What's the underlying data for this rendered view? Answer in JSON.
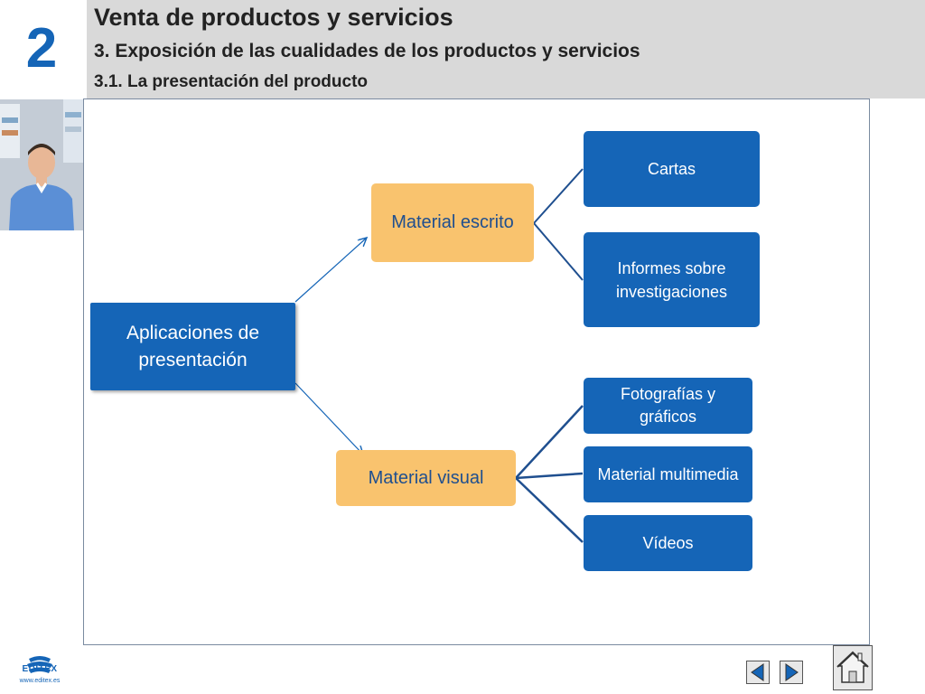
{
  "header": {
    "chapter_number": "2",
    "title": "Venta de productos y servicios",
    "subtitle": "3. Exposición de las cualidades de los productos y servicios",
    "section": "3.1. La presentación del producto"
  },
  "diagram": {
    "root": "Aplicaciones de presentación",
    "branch_written": "Material escrito",
    "branch_visual": "Material visual",
    "written_items": [
      "Cartas",
      "Informes sobre investigaciones"
    ],
    "visual_items": [
      "Fotografías y gráficos",
      "Material multimedia",
      "Vídeos"
    ]
  },
  "footer": {
    "logo_text": "EDITEX",
    "logo_url": "www.editex.es"
  },
  "colors": {
    "blue": "#1565b7",
    "orange": "#f9c36e",
    "header_band": "#d9d9d9"
  }
}
